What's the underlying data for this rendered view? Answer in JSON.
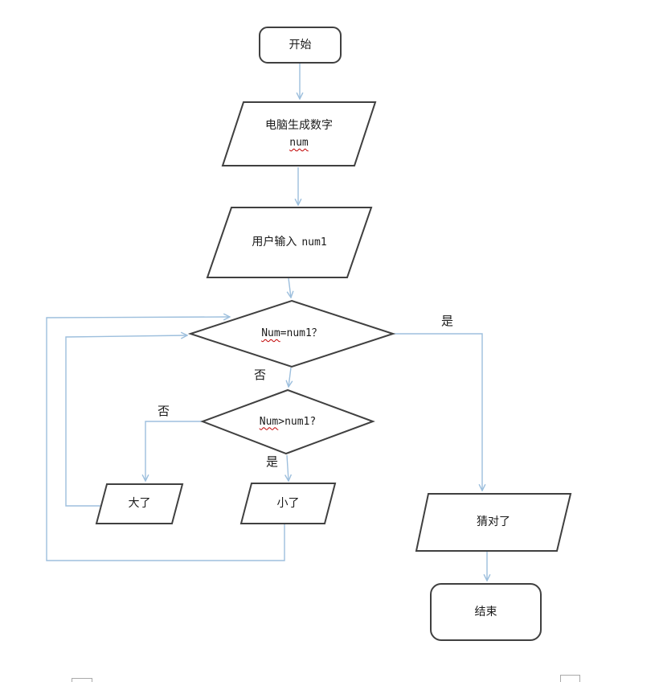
{
  "diagram": {
    "title_hint": "number-guessing flowchart",
    "colors": {
      "connector": "#9dbfdd",
      "shape_border": "#404040",
      "shape_fill": "#ffffff",
      "text": "#1a1a1a",
      "spellcheck_underline": "#c00000",
      "canvas_handle": "#a9a9a9"
    },
    "nodes": {
      "start": {
        "type": "terminator",
        "label": "开始"
      },
      "generate": {
        "type": "io",
        "line1": "电脑生成数字",
        "line2": "num"
      },
      "input": {
        "type": "io",
        "label_cjk": "用户输入",
        "label_code": "num1"
      },
      "decision_equal": {
        "type": "decision",
        "misspelled": "Num",
        "rest": "=num1？"
      },
      "decision_greater": {
        "type": "decision",
        "misspelled": "Num",
        "rest": ">num1?"
      },
      "too_big": {
        "type": "io",
        "label": "大了"
      },
      "too_small": {
        "type": "io",
        "label": "小了"
      },
      "correct": {
        "type": "io",
        "label": "猜对了"
      },
      "end": {
        "type": "terminator",
        "label": "结束"
      }
    },
    "edge_labels": {
      "equal_yes": "是",
      "equal_no": "否",
      "greater_no": "否",
      "greater_yes": "是"
    }
  }
}
